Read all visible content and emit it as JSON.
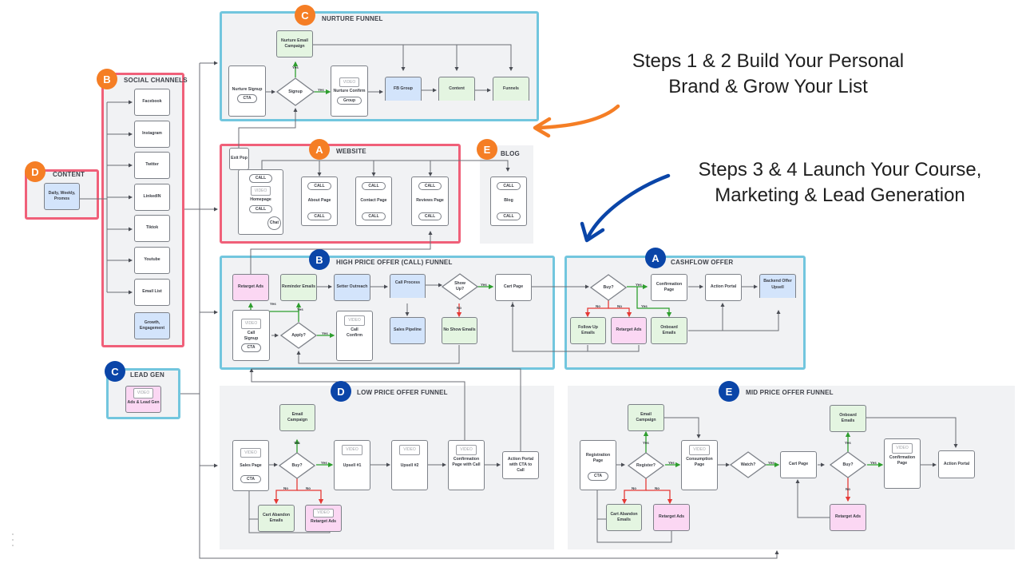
{
  "colors": {
    "orange_badge": "#f57e25",
    "navy_badge": "#0a45a8",
    "red_border": "#f06079",
    "blue_border": "#72c6de",
    "green_node": "#e4f5e1",
    "blue_node": "#d3e4fb",
    "pink_node": "#fbd7f3",
    "yes_line": "#2e9e2e",
    "no_line": "#e53935"
  },
  "annotations": {
    "top": {
      "line1": "Steps 1 & 2 Build Your Personal",
      "line2": "Brand & Grow Your List",
      "arrow_color": "#f57e25"
    },
    "bottom": {
      "line1": "Steps 3 & 4 Launch Your Course,",
      "line2": "Marketing & Lead Generation",
      "arrow_color": "#0a45a8"
    }
  },
  "groups": {
    "content": {
      "badge": "D",
      "title": "CONTENT",
      "nodes": {
        "promos": "Daily, Weekly, Promos"
      }
    },
    "social": {
      "badge": "B",
      "title": "SOCIAL CHANNELS",
      "channels": [
        "Facebook",
        "Instagram",
        "Twitter",
        "LinkedIN",
        "Tiktok",
        "Youtube",
        "Email List"
      ],
      "growth": "Growth, Engagement"
    },
    "leadgen": {
      "badge": "C",
      "title": "LEAD GEN",
      "video": "VIDEO",
      "node": "Ads & Lead Gen"
    },
    "nurture": {
      "badge": "C",
      "title": "NURTURE FUNNEL",
      "email_campaign": "Nurture Email Campaign",
      "signup": "Nurture Signup",
      "cta": "CTA",
      "decision": "Signup",
      "yes": "Yes",
      "confirm": "Nurture Confirm",
      "video": "VIDEO",
      "group": "Group",
      "fb_group": "FB Group",
      "content": "Content",
      "funnels": "Funnels"
    },
    "website": {
      "badge": "A",
      "title": "WEBSITE",
      "exit_pop": "Exit Pop",
      "call": "CALL",
      "video": "VIDEO",
      "homepage": "Homepage",
      "chat": "Chat",
      "about": "About Page",
      "contact": "Contact Page",
      "reviews": "Reviews Page"
    },
    "blog": {
      "badge": "E",
      "title": "BLOG",
      "call": "CALL",
      "node": "Blog"
    },
    "high": {
      "badge": "B",
      "title": "HIGH PRICE OFFER (CALL) FUNNEL",
      "retarget": "Retarget Ads",
      "reminder": "Reminder Emails",
      "setter": "Setter Outreach",
      "call_process": "Call Process",
      "show_up": "Show Up?",
      "cart": "Cart Page",
      "call_signup": "Call Signup",
      "video": "VIDEO",
      "cta": "CTA",
      "apply": "Apply?",
      "call_confirm": "Call Confirm",
      "sales_pipeline": "Sales Pipeline",
      "no_show": "No Show Emails",
      "yes": "Yes",
      "no": "No"
    },
    "cashflow": {
      "badge": "A",
      "title": "CASHFLOW OFFER",
      "buy": "Buy?",
      "confirmation": "Confirmation Page",
      "action_portal": "Action Portal",
      "backend": "Backend Offer Upsell",
      "follow_up": "Follow Up Emails",
      "retarget": "Retarget Ads",
      "onboard": "Onboard Emails",
      "yes": "Yes",
      "no": "No"
    },
    "low": {
      "badge": "D",
      "title": "LOW PRICE OFFER FUNNEL",
      "email_campaign": "Email Campaign",
      "sales_page": "Sales Page",
      "video": "VIDEO",
      "cta": "CTA",
      "buy": "Buy?",
      "upsell1": "Upsell #1",
      "upsell2": "Upsell #2",
      "confirmation": "Confirmation Page with Call",
      "action_portal": "Action Portal with CTA to Call",
      "cart_abandon": "Cart Abandon Emails",
      "retarget": "Retarget Ads",
      "yes": "Yes",
      "no": "No"
    },
    "mid": {
      "badge": "E",
      "title": "MID PRICE OFFER FUNNEL",
      "email_campaign": "Email Campaign",
      "registration": "Registration Page",
      "cta": "CTA",
      "register": "Register?",
      "consumption": "Consumption Page",
      "video": "VIDEO",
      "watch": "Watch?",
      "cart": "Cart Page",
      "buy": "Buy?",
      "onboard": "Onboard Emails",
      "confirmation": "Confirmation Page",
      "action_portal": "Action Portal",
      "cart_abandon": "Cart Abandon Emails",
      "retarget": "Retarget Ads",
      "retarget2": "Retarget Ads",
      "yes": "Yes",
      "no": "No"
    }
  }
}
